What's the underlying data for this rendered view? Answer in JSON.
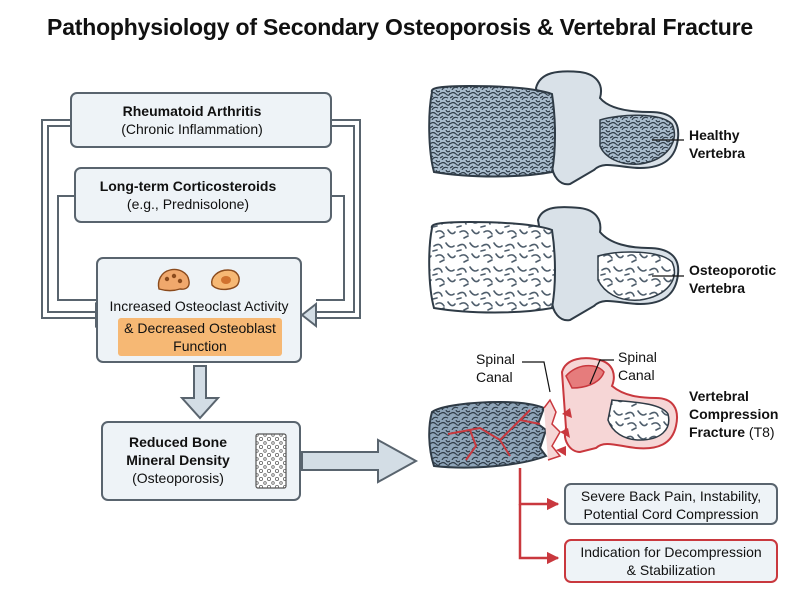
{
  "title": "Pathophysiology of Secondary Osteoporosis & Vertebral Fracture",
  "boxes": {
    "ra": {
      "line1": "Rheumatoid Arthritis",
      "line2": "(Chronic Inflammation)"
    },
    "steroids": {
      "line1": "Long-term Corticosteroids",
      "line2": "(e.g., Prednisolone)"
    },
    "cells": {
      "line1": "Increased Osteoclast Activity",
      "line2": "& Decreased Osteoblast",
      "line3": "Function"
    },
    "bmd": {
      "line1": "Reduced Bone",
      "line2": "Mineral Density",
      "line3": "(Osteoporosis)"
    },
    "pain": {
      "line1": "Severe Back Pain, Instability,",
      "line2": "Potential Cord Compression"
    },
    "surgery": {
      "line1": "Indication for Decompression",
      "line2": "& Stabilization"
    }
  },
  "vertebrae": {
    "healthy": {
      "line1": "Healthy",
      "line2": "Vertebra"
    },
    "osteoporotic": {
      "line1": "Osteoporotic",
      "line2": "Vertebra"
    },
    "fracture": {
      "line1": "Vertebral",
      "line2": "Compression",
      "line3_bold": "Fracture",
      "line3_rest": " (T8)"
    },
    "canal_left": {
      "line1": "Spinal",
      "line2": "Canal"
    },
    "canal_right": {
      "line1": "Spinal",
      "line2": "Canal"
    }
  },
  "colors": {
    "box_fill": "#eef3f7",
    "box_border": "#59646e",
    "highlight": "#f6b874",
    "fracture_red": "#c9383e",
    "arrow_fill": "#d3dde5",
    "bone_fill": "#a9bccd"
  },
  "icons": [
    "flame-icon",
    "pill-bottle-icon",
    "osteoclast-cell-icon",
    "osteoblast-cell-icon",
    "bone-texture-icon"
  ]
}
